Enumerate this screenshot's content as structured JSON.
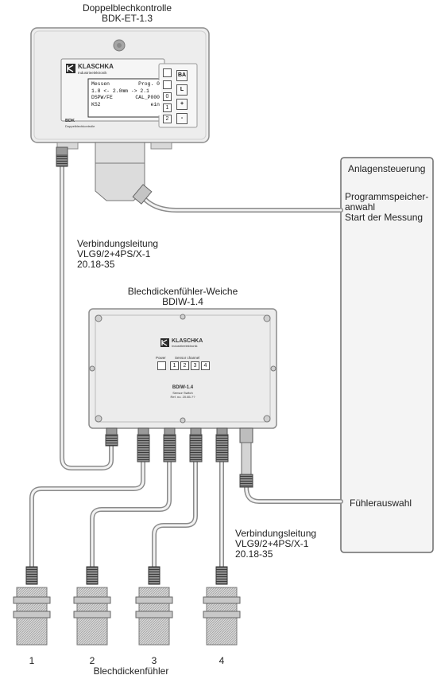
{
  "controller": {
    "title": "Doppelblechkontrolle",
    "model": "BDK-ET-1.3",
    "brand": "KLASCHKA",
    "brand_sub": "Industrieelektronik",
    "label": "BDK",
    "label_sub": "Doppelblechkontrolle",
    "display_lines": [
      [
        "Messen",
        "Prog. 0"
      ],
      [
        "1.8  <-  2.0mm  ->  2.1",
        ""
      ],
      [
        "DSPW/FE",
        "CAL_P000"
      ],
      [
        "KS2",
        "ein"
      ]
    ],
    "buttons": [
      "BA",
      "L",
      "+",
      "-"
    ],
    "side_keys": [
      "",
      "",
      "0",
      "1",
      "2"
    ]
  },
  "cable_top": {
    "line1": "Verbindungsleitung",
    "line2": "VLG9/2+4PS/X-1",
    "line3": "20.18-35"
  },
  "switch": {
    "title": "Blechdickenfühler-Weiche",
    "model": "BDIW-1.4",
    "brand": "KLASCHKA",
    "brand_sub": "Industrieelektronik",
    "power_label": "Power",
    "sensor_label": "Sensor channel",
    "channels": [
      "1",
      "2",
      "3",
      "4"
    ],
    "plate_model": "BDIW-1.4",
    "plate_sub": "Sensor Switch",
    "plate_ref": "Ref. no. 20.65-??"
  },
  "plant": {
    "title": "Anlagensteuerung",
    "prog_line1": "Programmspeicher-",
    "prog_line2": "anwahl",
    "prog_line3": "Start der Messung",
    "sensor_select": "Fühlerauswahl"
  },
  "cable_bottom": {
    "line1": "Verbindungsleitung",
    "line2": "VLG9/2+4PS/X-1",
    "line3": "20.18-35"
  },
  "sensors": {
    "numbers": [
      "1",
      "2",
      "3",
      "4"
    ],
    "caption": "Blechdickenfühler"
  },
  "colors": {
    "housing": "#ececec",
    "housing_stroke": "#888888",
    "cable": "#8a8a8a",
    "sensor_body": "#d4d4d4"
  }
}
